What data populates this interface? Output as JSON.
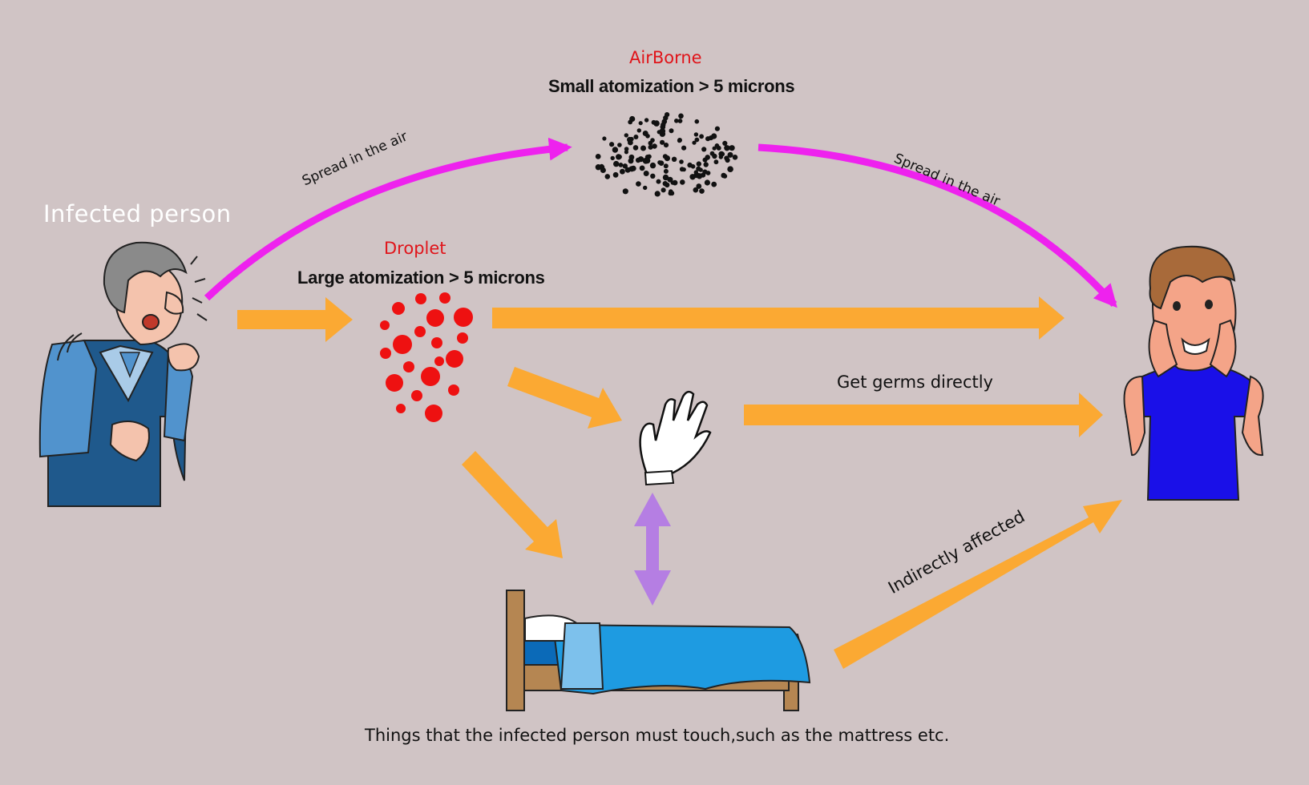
{
  "labels": {
    "infected_person": "Infected person",
    "airborne_title": "AirBorne",
    "airborne_desc": "Small atomization > 5 microns",
    "droplet_title": "Droplet",
    "droplet_desc": "Large atomization > 5 microns",
    "spread_left": "Spread in the air",
    "spread_right": "Spread in the air",
    "get_germs": "Get germs directly",
    "indirect": "Indirectly affected",
    "things_touch": "Things that the infected person must touch,such as the mattress etc."
  },
  "colors": {
    "background": "#d0c4c5",
    "airborne_arrow": "#ee22ee",
    "contact_arrow": "#fba933",
    "touch_arrow": "#b57ee3",
    "droplet": "#ee1111",
    "aerosol": "#111111",
    "accent_text": "#e0141a"
  },
  "icons": {
    "infected": "coughing-man-icon",
    "healthy": "worried-man-icon",
    "hand": "hand-icon",
    "bed": "bed-icon"
  }
}
